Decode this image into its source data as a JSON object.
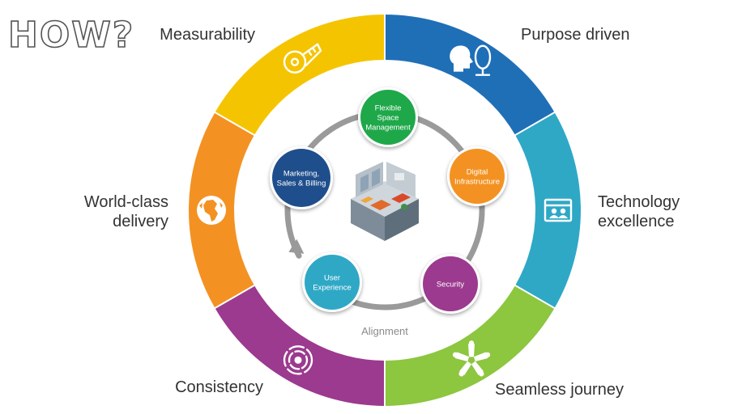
{
  "header": {
    "title": "HOW?"
  },
  "outer_ring": [
    {
      "label": "Measurability",
      "color": "#F5C400",
      "icon": "measuring-tape-icon"
    },
    {
      "label": "Purpose driven",
      "color": "#1F6FB7",
      "icon": "head-mirror-icon"
    },
    {
      "label": "Technology excellence",
      "label_lines": [
        "Technology",
        "excellence"
      ],
      "color": "#2FA8C6",
      "icon": "video-screen-icon"
    },
    {
      "label": "Seamless journey",
      "color": "#8DC63F",
      "icon": "hands-circle-icon"
    },
    {
      "label": "Consistency",
      "color": "#9B3A8E",
      "icon": "concentric-circles-icon"
    },
    {
      "label": "World-class delivery",
      "label_lines": [
        "World-class",
        "delivery"
      ],
      "color": "#F39222",
      "icon": "globe-icon"
    }
  ],
  "inner_nodes": [
    {
      "label_lines": [
        "Flexible",
        "Space",
        "Management"
      ],
      "color": "#1FA84A"
    },
    {
      "label_lines": [
        "Digital",
        "Infrastructure"
      ],
      "color": "#F39222"
    },
    {
      "label_lines": [
        "Security"
      ],
      "color": "#9B3A8E"
    },
    {
      "label_lines": [
        "User",
        "Experience"
      ],
      "color": "#2FA8C6"
    },
    {
      "label_lines": [
        "Marketing,",
        "Sales & Billing"
      ],
      "color": "#1F4E8C"
    }
  ],
  "center": {
    "icon": "office-isometric-icon"
  },
  "cycle_label": "Alignment"
}
